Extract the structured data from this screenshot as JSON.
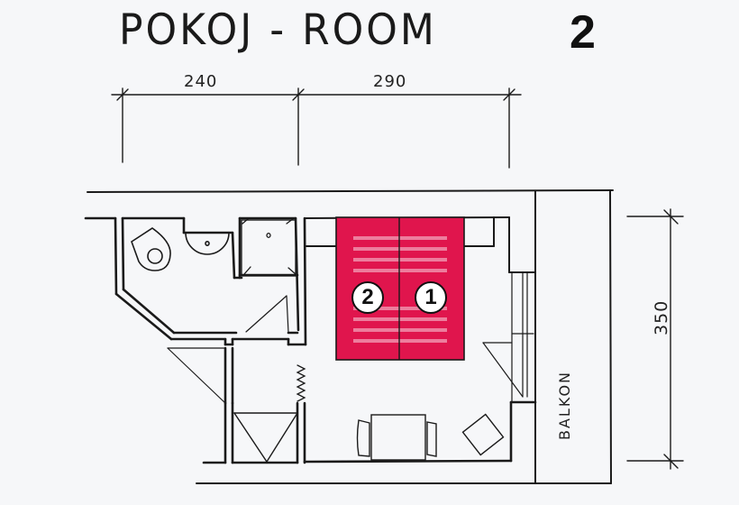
{
  "title": {
    "text": "POKOJ - ROOM",
    "room_number": "2"
  },
  "dimensions": {
    "top_left_width": "240",
    "top_right_width": "290",
    "right_height": "350"
  },
  "labels": {
    "balcony": "BALKON"
  },
  "beds": [
    {
      "number": "2",
      "position": "left"
    },
    {
      "number": "1",
      "position": "right"
    }
  ],
  "colors": {
    "bed_fill": "#e0154d",
    "bed_stripe": "#f2a0b8",
    "line": "#1a1a1a",
    "paper": "#f6f7f9"
  }
}
